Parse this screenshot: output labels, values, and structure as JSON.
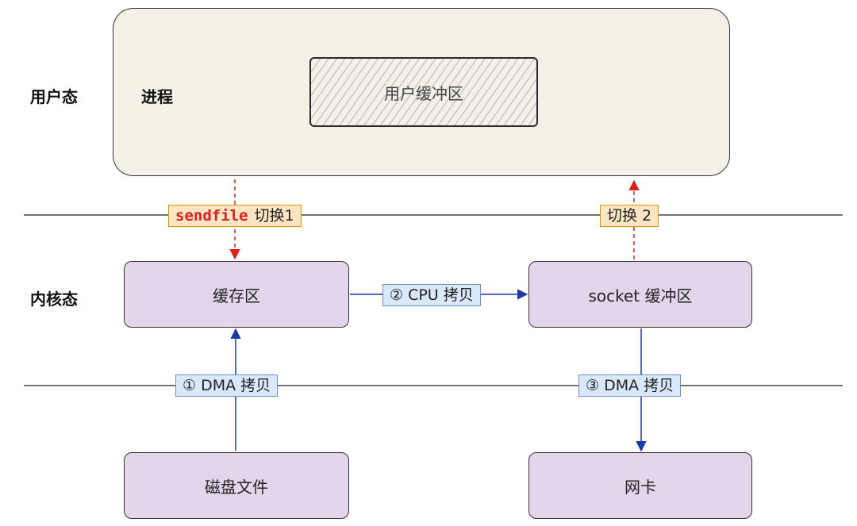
{
  "layers": {
    "user_mode": "用户态",
    "kernel_mode": "内核态"
  },
  "user_space": {
    "process_label": "进程",
    "user_buffer": "用户缓冲区"
  },
  "kernel": {
    "cache": "缓存区",
    "socket_buffer": "socket 缓冲区"
  },
  "hardware": {
    "disk_file": "磁盘文件",
    "nic": "网卡"
  },
  "labels": {
    "sendfile_word": "sendfile",
    "switch1": "切换1",
    "switch2": "切换 2",
    "cpu_copy": "② CPU 拷贝",
    "dma_copy_1": "① DMA 拷贝",
    "dma_copy_3": "③ DMA 拷贝"
  },
  "colors": {
    "user_space_fill": "#f4f2e6",
    "kernel_box_fill": "#e3d5ea",
    "blue_arrow": "#1a3aa8",
    "red_dashed_arrow": "#e02020",
    "blue_tag_fill": "#dae8fb",
    "orange_tag_fill": "#ffe5c2"
  }
}
